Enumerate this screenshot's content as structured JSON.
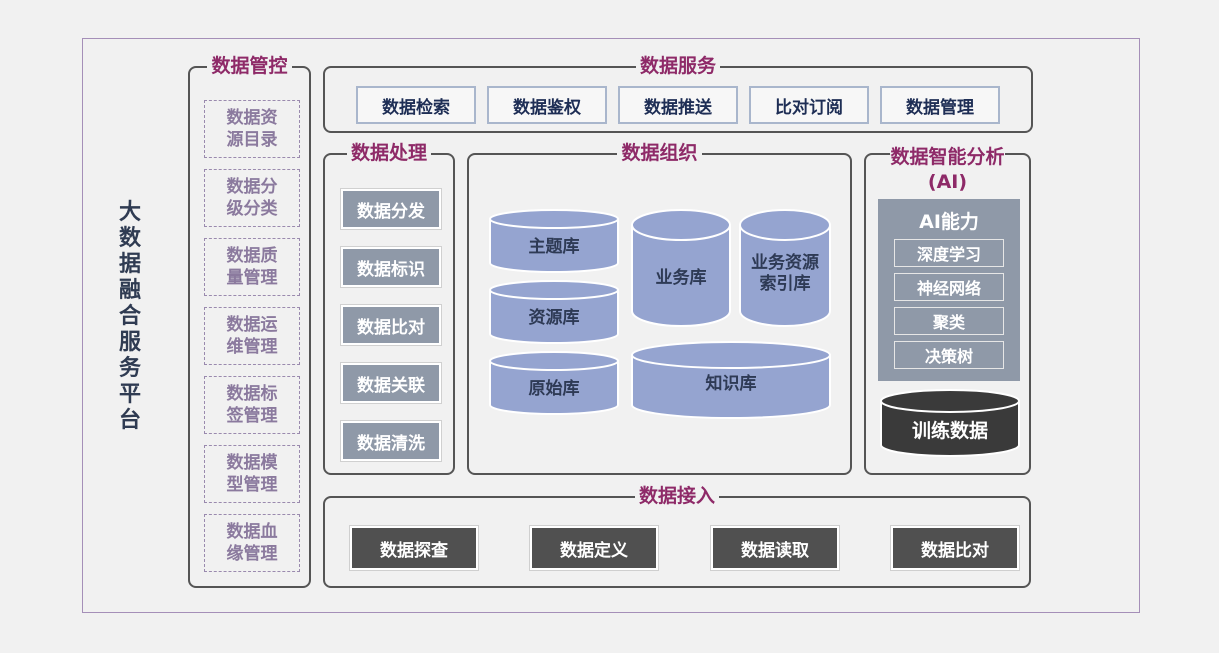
{
  "platform_title": "大数据融合服务平台",
  "data_control": {
    "title": "数据管控",
    "items": [
      "数据资源目录",
      "数据分级分类",
      "数据质量管理",
      "数据运维管理",
      "数据标签管理",
      "数据模型管理",
      "数据血缘管理"
    ]
  },
  "data_service": {
    "title": "数据服务",
    "items": [
      "数据检索",
      "数据鉴权",
      "数据推送",
      "比对订阅",
      "数据管理"
    ]
  },
  "data_processing": {
    "title": "数据处理",
    "items": [
      "数据分发",
      "数据标识",
      "数据比对",
      "数据关联",
      "数据清洗"
    ]
  },
  "data_organization": {
    "title": "数据组织",
    "stores": [
      "主题库",
      "资源库",
      "原始库",
      "业务库",
      "业务资源索引库",
      "知识库"
    ]
  },
  "ai_analysis": {
    "title": "数据智能分析(AI)",
    "capability_title": "AI能力",
    "capabilities": [
      "深度学习",
      "神经网络",
      "聚类",
      "决策树"
    ],
    "training_data": "训练数据"
  },
  "data_ingestion": {
    "title": "数据接入",
    "items": [
      "数据探查",
      "数据定义",
      "数据读取",
      "数据比对"
    ]
  },
  "colors": {
    "section_title": "#8e2a68",
    "cylinder_fill": "#95a4d0",
    "dark_cylinder": "#3a3a3a",
    "process_button": "#8f99a8",
    "ingest_button": "#505050"
  }
}
